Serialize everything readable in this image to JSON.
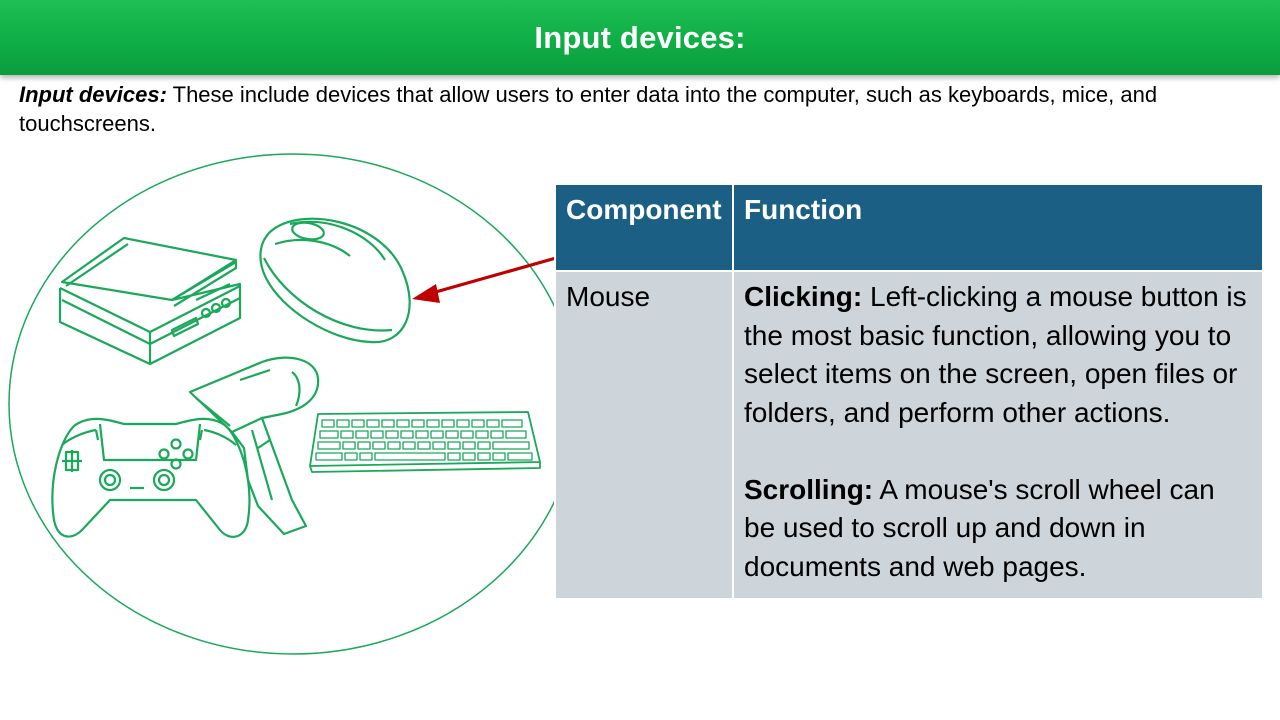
{
  "header": {
    "title": "Input devices:"
  },
  "intro": {
    "term": "Input devices:",
    "text": " These include devices that allow users to enter data into the computer, such as keyboards, mice, and touchscreens."
  },
  "illustration": {
    "icons": [
      "scanner-icon",
      "mouse-icon",
      "gamepad-icon",
      "barcode-scanner-icon",
      "keyboard-icon"
    ],
    "line_color": "#1aa85a",
    "arrow_color": "#c00000"
  },
  "table": {
    "headers": {
      "component": "Component",
      "function": "Function"
    },
    "row": {
      "component": "Mouse",
      "clicking_label": "Clicking:",
      "clicking_text": " Left-clicking a mouse button is the most basic function, allowing you to select items on the screen, open files or folders, and perform other actions.",
      "scrolling_label": "Scrolling:",
      "scrolling_text": " A mouse's scroll wheel can be used to scroll up and down in documents and web pages."
    },
    "header_color": "#1b5f84",
    "cell_color": "#cdd4da"
  },
  "colors": {
    "title_bar": "#0fae46"
  }
}
